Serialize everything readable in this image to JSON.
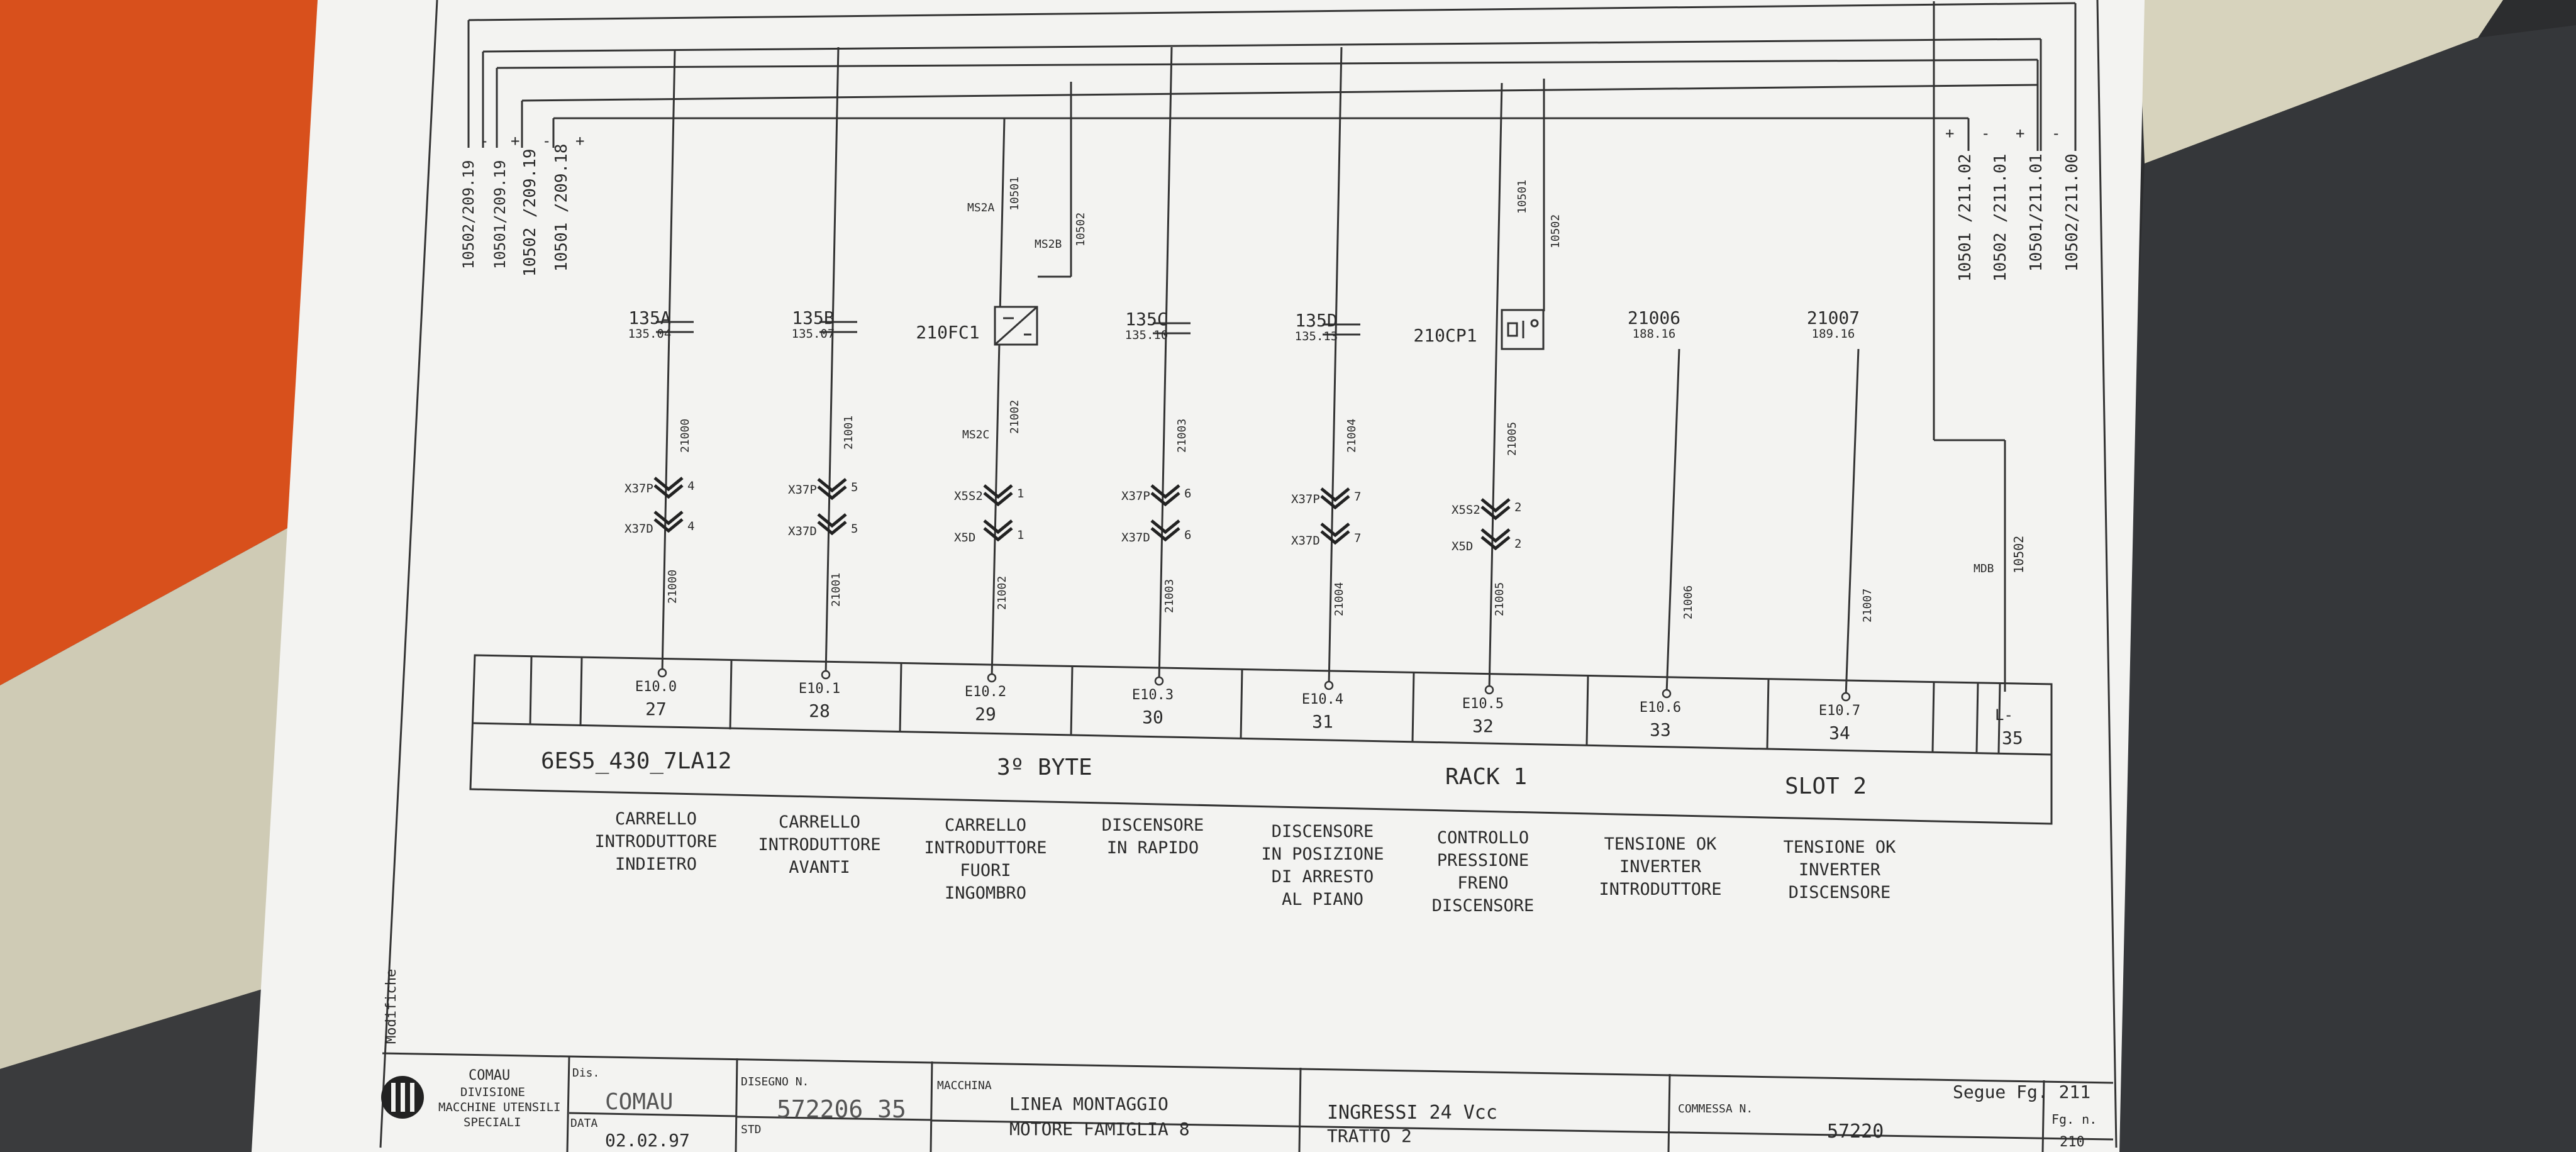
{
  "wires_top": [
    {
      "label": "10502/209.19",
      "sign": ""
    },
    {
      "label": "10501/209.19",
      "sign": "-"
    },
    {
      "label": "10502 /209.19",
      "sign": "+"
    },
    {
      "label": "10501 /209.18",
      "sign": "-"
    },
    {
      "label": "",
      "sign": "+"
    }
  ],
  "wires_right": [
    {
      "label": "10501 /211.02",
      "sign": "+"
    },
    {
      "label": "10502 /211.01",
      "sign": "-"
    },
    {
      "label": "10501/211.01",
      "sign": "+"
    },
    {
      "label": "10502/211.00",
      "sign": "-"
    }
  ],
  "channels": [
    {
      "contact": "135A",
      "ref": "135.04",
      "w1": "21000",
      "conn1": "X37P",
      "pin1": "4",
      "conn2": "X37D",
      "pin2": "4",
      "w2": "21000",
      "input": "E10.0",
      "num": "27",
      "desc": [
        "CARRELLO",
        "INTRODUTTORE",
        "INDIETRO"
      ]
    },
    {
      "contact": "135B",
      "ref": "135.07",
      "w1": "21001",
      "conn1": "X37P",
      "pin1": "5",
      "conn2": "X37D",
      "pin2": "5",
      "w2": "21001",
      "input": "E10.1",
      "num": "28",
      "desc": [
        "CARRELLO",
        "INTRODUTTORE",
        "AVANTI"
      ]
    },
    {
      "contact": "210FC1",
      "ref": "",
      "w1": "21002",
      "conn1": "X5S2",
      "pin1": "1",
      "conn2": "X5D",
      "pin2": "1",
      "w2": "21002",
      "input": "E10.2",
      "num": "29",
      "desc": [
        "CARRELLO",
        "INTRODUTTORE",
        "FUORI",
        "INGOMBRO"
      ]
    },
    {
      "contact": "135C",
      "ref": "135.10",
      "w1": "21003",
      "conn1": "X37P",
      "pin1": "6",
      "conn2": "X37D",
      "pin2": "6",
      "w2": "21003",
      "input": "E10.3",
      "num": "30",
      "desc": [
        "DISCENSORE",
        "IN RAPIDO"
      ]
    },
    {
      "contact": "135D",
      "ref": "135.13",
      "w1": "21004",
      "conn1": "X37P",
      "pin1": "7",
      "conn2": "X37D",
      "pin2": "7",
      "w2": "21004",
      "input": "E10.4",
      "num": "31",
      "desc": [
        "DISCENSORE",
        "IN POSIZIONE",
        "DI ARRESTO",
        "AL PIANO"
      ]
    },
    {
      "contact": "210CP1",
      "ref": "",
      "w1": "21005",
      "conn1": "X5S2",
      "pin1": "2",
      "conn2": "X5D",
      "pin2": "2",
      "w2": "21005",
      "input": "E10.5",
      "num": "32",
      "desc": [
        "CONTROLLO",
        "PRESSIONE",
        "FRENO",
        "DISCENSORE"
      ]
    },
    {
      "contact": "21006",
      "ref": "188.16",
      "w1": "",
      "conn1": "",
      "pin1": "",
      "conn2": "",
      "pin2": "",
      "w2": "21006",
      "input": "E10.6",
      "num": "33",
      "desc": [
        "TENSIONE OK",
        "INVERTER",
        "INTRODUTTORE"
      ]
    },
    {
      "contact": "21007",
      "ref": "189.16",
      "w1": "",
      "conn1": "",
      "pin1": "",
      "conn2": "",
      "pin2": "",
      "w2": "21007",
      "input": "E10.7",
      "num": "34",
      "desc": [
        "TENSIONE OK",
        "INVERTER",
        "DISCENSORE"
      ]
    }
  ],
  "sensor_labels": {
    "ms2a": "MS2A",
    "ms2b": "MS2B",
    "ms2c": "MS2C",
    "w10501": "10501",
    "w10502": "10502",
    "cp_a": "10501",
    "cp_b": "10502"
  },
  "last_channel": {
    "wire": "10502",
    "terminal": "MDB",
    "input": "L-",
    "num": "35"
  },
  "module": {
    "part": "6ES5_430_7LA12",
    "byte": "3º BYTE",
    "rack": "RACK 1",
    "slot": "SLOT 2"
  },
  "side_label": "Modifiche",
  "title_block": {
    "company": "COMAU",
    "division": [
      "DIVISIONE",
      "MACCHINE UTENSILI",
      "SPECIALI"
    ],
    "dis_label": "Dis.",
    "dis_value": "COMAU",
    "data_label": "DATA",
    "data_value": "02.02.97",
    "disegno_label": "DISEGNO N.",
    "disegno_value": "572206 35",
    "std_label": "STD",
    "macchina_label": "MACCHINA",
    "macchina_line1": "LINEA MONTAGGIO",
    "macchina_line2": "MOTORE FAMIGLIA 8",
    "desc_line1": "INGRESSI 24 Vcc",
    "desc_line2": "TRATTO 2",
    "commessa_label": "COMMESSA N.",
    "commessa_value": "57220",
    "segue": "Segue Fg. 211",
    "fg_label": "Fg. n.",
    "fg_value": "210"
  }
}
